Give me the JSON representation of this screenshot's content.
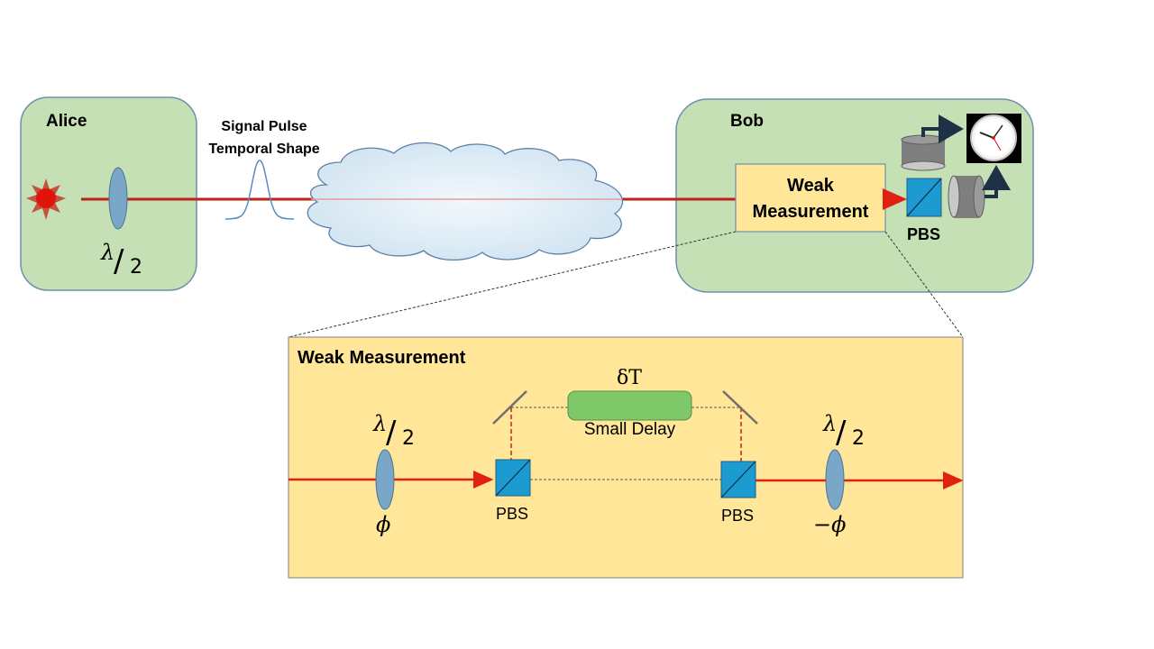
{
  "alice": {
    "label": "Alice",
    "waveplate_num": "λ",
    "waveplate_den": "2"
  },
  "signal": {
    "line1": "Signal Pulse",
    "line2": "Temporal Shape"
  },
  "bob": {
    "label": "Bob",
    "weak_box_line1": "Weak",
    "weak_box_line2": "Measurement",
    "pbs_label": "PBS"
  },
  "zoom": {
    "title": "Weak Measurement",
    "left_wp_num": "λ",
    "left_wp_den": "2",
    "left_phase": "ϕ",
    "delay_symbol": "δT",
    "delay_label": "Small Delay",
    "pbs_left": "PBS",
    "pbs_right": "PBS",
    "right_wp_num": "λ",
    "right_wp_den": "2",
    "right_phase": "−ϕ"
  },
  "colors": {
    "panel_green": "#c5e0b4",
    "panel_border": "#6f8fae",
    "zoom_yellow": "#ffe699",
    "beam_red": "#e02010",
    "cube_blue": "#1c9bd0",
    "waveplate": "#7aa6c8",
    "delay_green": "#7ec86a",
    "detector_gray": "#7f7f7f"
  },
  "icons": [
    "laser-source-icon",
    "waveplate-icon",
    "cloud-icon",
    "mirror-icon",
    "detector-icon",
    "clock-icon",
    "pbs-cube-icon"
  ]
}
